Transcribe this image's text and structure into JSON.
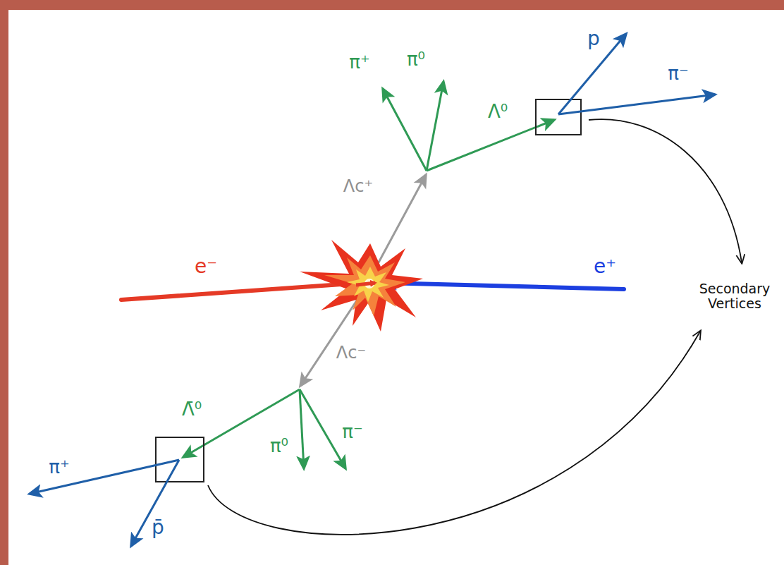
{
  "diagram": {
    "labels": [
      "p",
      "π⁺",
      "π⁰",
      "π⁻",
      "Λ⁰",
      "Λc⁺",
      "e⁻",
      "e⁺",
      "Secondary Vertices",
      "Λc⁻",
      "Λ̄⁰",
      "π⁰",
      "π⁻",
      "π⁺",
      "p̄"
    ]
  }
}
